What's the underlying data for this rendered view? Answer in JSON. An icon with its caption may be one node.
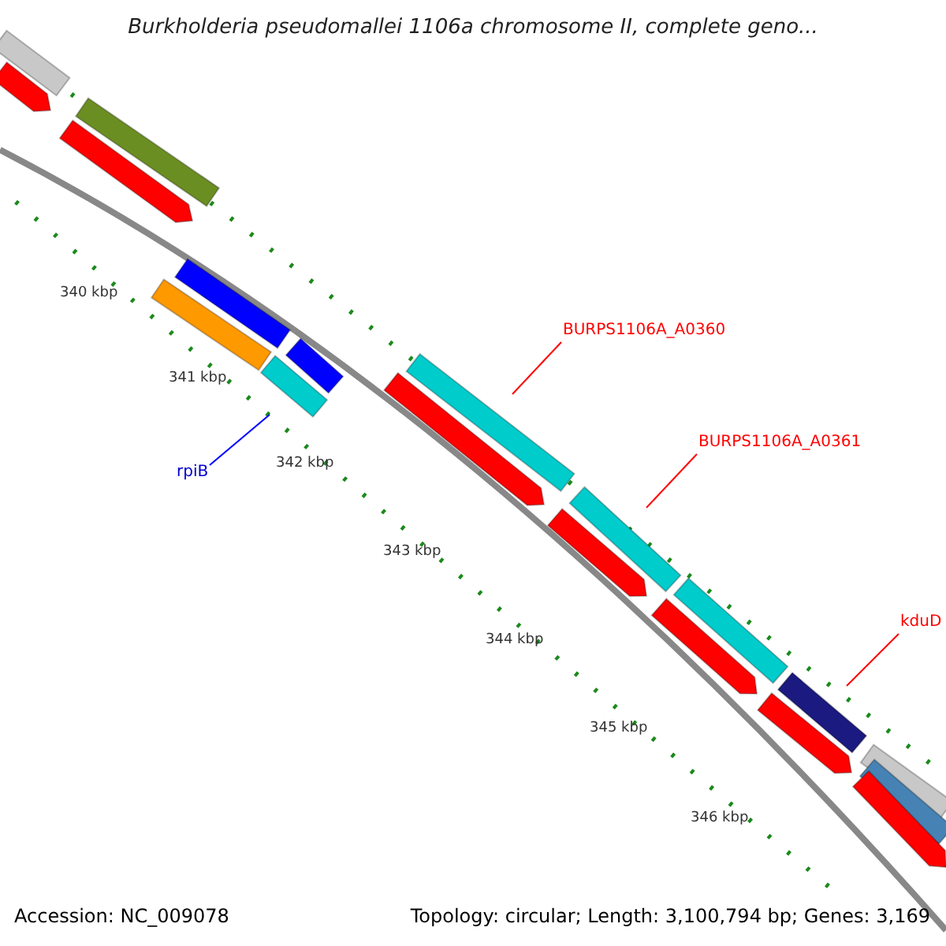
{
  "diagram": {
    "title": "Burkholderia pseudomallei 1106a chromosome II, complete geno...",
    "nodes": [
      {
        "text": [
          "rpiB"
        ]
      },
      {
        "text": [],
        "shape": "bar"
      },
      {
        "text": [
          "BURPS1106A_A0360"
        ]
      },
      {
        "text": [],
        "shape": "bar"
      },
      {
        "text": [
          "BURPS1106A_A0361"
        ]
      },
      {
        "text": [],
        "shape": "bar"
      },
      {
        "text": [
          "kduD"
        ]
      },
      {
        "text": [],
        "shape": "bar"
      },
      {
        "text": [],
        "shape": "bar"
      },
      {
        "text": [],
        "shape": "bar"
      },
      {
        "text": [],
        "shape": "bar"
      },
      {
        "text": [],
        "shape": "bar"
      },
      {
        "text": [],
        "shape": "bar"
      },
      {
        "text": [],
        "shape": "bar"
      },
      {
        "text": [],
        "shape": "bar"
      },
      {
        "text": [],
        "shape": "bar"
      },
      {
        "text": [],
        "shape": "bar"
      },
      {
        "text": [],
        "shape": "bar"
      },
      {
        "text": [],
        "shape": "bar"
      },
      {
        "text": [],
        "shape": "bar"
      },
      {
        "text": [],
        "shape": "bar"
      },
      {
        "text": [],
        "shape": "bar"
      },
      {
        "text": [],
        "shape": "bar"
      }
    ],
    "edges": [
      {
        "from": 0,
        "to": 1,
        "arrow": "none",
        "color": "#0000ff"
      },
      {
        "from": 2,
        "to": 3,
        "arrow": "none"
      },
      {
        "from": 4,
        "to": 5,
        "arrow": "none"
      },
      {
        "from": 6,
        "to": 7,
        "arrow": "none"
      }
    ],
    "labels": [
      "340 kbp",
      "341 kbp",
      "342 kbp",
      "343 kbp",
      "344 kbp",
      "345 kbp",
      "346 kbp",
      "Accession: NC_009078",
      "Topology: circular; Length: 3,100,794 bp; Genes: 3,169"
    ]
  }
}
